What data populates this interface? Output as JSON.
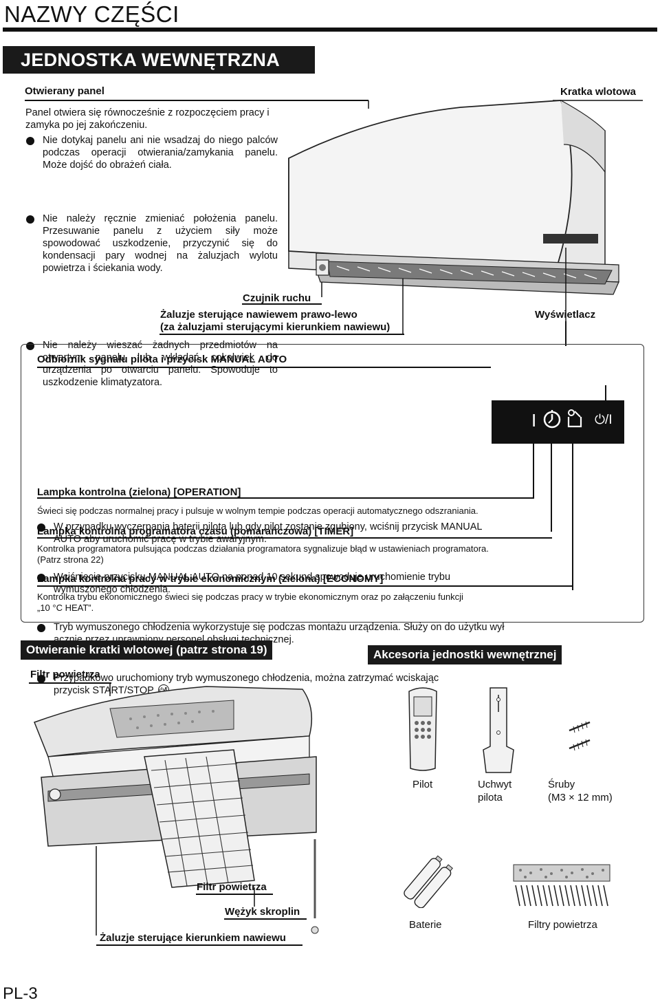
{
  "page": {
    "title": "NAZWY CZĘŚCI",
    "section": "JEDNOSTKA WEWNĘTRZNA",
    "page_number": "PL-3"
  },
  "panel": {
    "label": "Otwierany panel",
    "intro": "Panel otwiera się równocześnie z rozpoczęciem pracy i zamyka po jej zakończeniu.",
    "bullets": [
      "Nie dotykaj panelu ani nie wsadzaj do niego palców podczas operacji otwierania/zamykania panelu. Może dojść do obrażeń ciała.",
      "Nie należy ręcznie zmieniać położenia panelu. Przesuwanie panelu z użyciem siły może spowodować uszkodzenie, przyczynić się do kondensacji pary wodnej na żaluzjach wylotu powietrza i ściekania wody.",
      "Nie należy wieszać żadnych przedmiotów na otwartym panelu lub wkładać cokolwiek do urządzenia po otwarciu panelu. Spowoduje to uszkodzenie klimatyzatora."
    ]
  },
  "callouts": {
    "intake_grille": "Kratka wlotowa",
    "motion_sensor": "Czujnik ruchu",
    "louvers_lr_1": "Żaluzje sterujące nawiewem prawo-lewo",
    "louvers_lr_2": "(za żaluzjami sterującymi kierunkiem nawiewu)",
    "display": "Wyświetlacz"
  },
  "receiver": {
    "title": "Odbiornik sygnału pilota i przycisk MANUAL AUTO",
    "bullets": [
      "W przypadku wyczerpania baterii pilota lub gdy pilot zostanie zgubiony, wciśnij przycisk MANUAL AUTO aby uruchomić pracę w trybie awaryjnym.",
      "Wciśnięcie przycisku MANUAL AUTO na ponad 10 sekund spowoduje uruchomienie trybu wymuszonego chłodzenia.",
      "Tryb wymuszonego chłodzenia wykorzystuje się podczas montażu urządzenia. Służy on do użytku wył ącznie przez uprawniony personel obsługi technicznej."
    ],
    "last_bullet_1": "Przypadkowo uruchomiony tryb wymuszonego chłodzenia, można zatrzymać wciskając",
    "last_bullet_2": "przycisk START/STOP",
    "last_bullet_end": "."
  },
  "display_panel": {
    "glyph_operation": "I",
    "glyph_power": "⏻/I"
  },
  "lamps": [
    {
      "title": "Lampka kontrolna (zielona) [OPERATION]",
      "desc": "Świeci się podczas normalnej pracy i pulsuje w wolnym tempie podczas operacji automatycznego odszraniania."
    },
    {
      "title": "Lampka kontrolna programatora czasu (pomarańczowa) [TIMER]",
      "desc": "Kontrolka programatora pulsująca podczas działania programatora sygnalizuje błąd w ustawieniach programatora.",
      "desc2": "(Patrz strona 22)"
    },
    {
      "title": "Lampka kontrolna pracy w trybie ekonomicznym (zielona) [ECONOMY]",
      "desc": "Kontrolka trybu ekonomicznego świeci się podczas pracy w trybie ekonomicznym oraz po załączeniu funkcji",
      "desc2": "„10 °C HEAT”."
    }
  ],
  "opening": {
    "title": "Otwieranie kratki wlotowej (patrz strona 19)",
    "air_filter_top": "Filtr powietrza",
    "air_filter": "Filtr powietrza",
    "drain_hose": "Wężyk skroplin",
    "vertical_louvers": "Żaluzje sterujące kierunkiem nawiewu"
  },
  "accessories": {
    "title": "Akcesoria jednostki wewnętrznej",
    "remote": "Pilot",
    "holder_1": "Uchwyt",
    "holder_2": "pilota",
    "screws_1": "Śruby",
    "screws_2": "(M3 × 12 mm)",
    "batteries": "Baterie",
    "filters": "Filtry powietrza"
  }
}
